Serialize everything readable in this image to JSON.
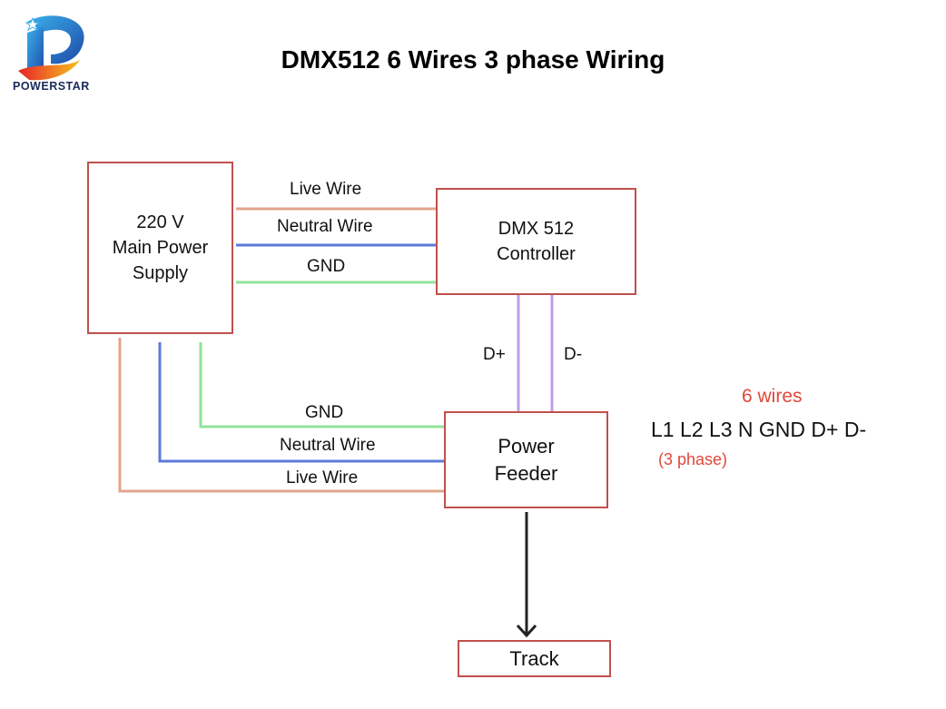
{
  "logo": {
    "text": "POWERSTAR",
    "icon": "powerstar-p-logo"
  },
  "title": "DMX512 6 Wires 3 phase Wiring",
  "boxes": {
    "power_supply": "220 V\nMain Power\nSupply",
    "controller": "DMX 512\nController",
    "feeder": "Power\nFeeder",
    "track": "Track"
  },
  "top_wires": {
    "live": "Live Wire",
    "neutral": "Neutral Wire",
    "gnd": "GND"
  },
  "bottom_wires": {
    "gnd": "GND",
    "neutral": "Neutral Wire",
    "live": "Live Wire"
  },
  "data_wires": {
    "d_plus": "D+",
    "d_minus": "D-"
  },
  "notes": {
    "wire_count": "6 wires",
    "wire_list": "L1 L2 L3 N GND D+ D-",
    "phase": "(3 phase)"
  },
  "colors": {
    "box_border": "#c0504d",
    "live_wire": "#e0a58c",
    "neutral_wire": "#5b7bd8",
    "gnd_wire": "#90e39a",
    "data_wire": "#c39be8",
    "accent_text": "#e0483a"
  }
}
